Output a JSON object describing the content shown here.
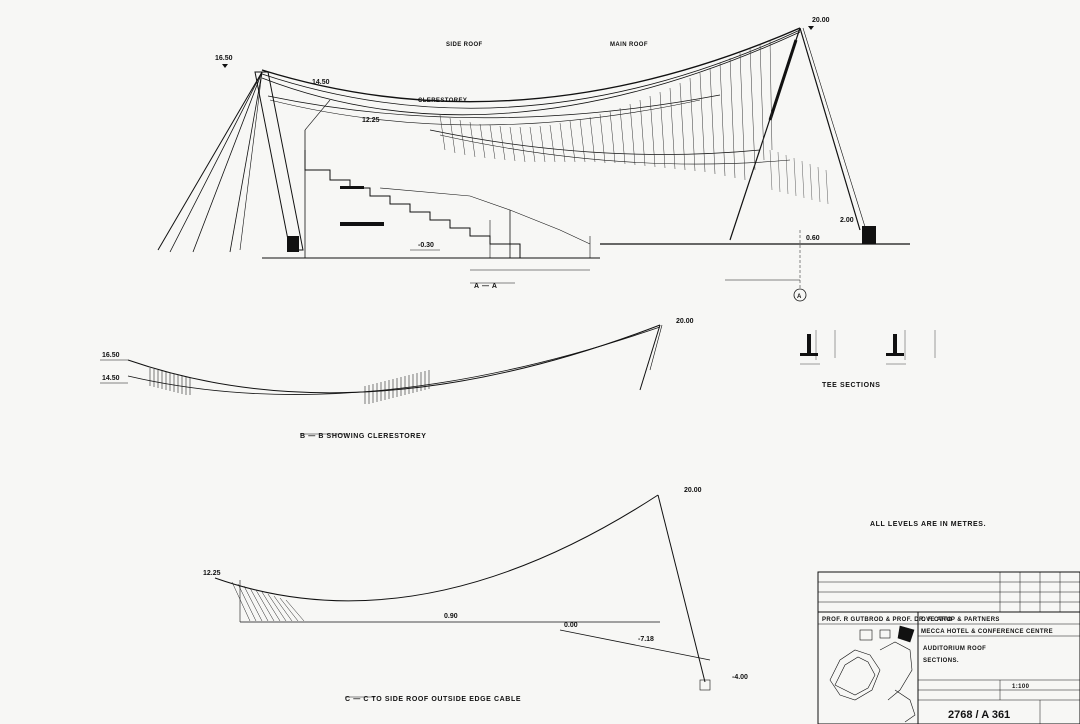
{
  "section_aa": {
    "title": "A — A",
    "labels": {
      "side_roof": "SIDE ROOF",
      "main_roof": "MAIN ROOF",
      "clerestorey": "CLERESTOREY"
    },
    "levels": {
      "top_right": "20.00",
      "left_top": "16.50",
      "left_mid": "14.50",
      "mid": "12.25",
      "low": "-0.30",
      "right_low": "0.60",
      "right_2": "2.00"
    },
    "grid_ref": "A"
  },
  "section_bb": {
    "title": "B — B   SHOWING  CLERESTOREY",
    "levels": {
      "top_right": "20.00",
      "left_top": "16.50",
      "left_low": "14.50"
    }
  },
  "section_cc": {
    "title": "C — C   TO SIDE ROOF OUTSIDE EDGE CABLE",
    "levels": {
      "top": "20.00",
      "left": "12.25",
      "mid": "0.90",
      "right1": "0.00",
      "right2": "-7.18",
      "bottom": "-4.00"
    }
  },
  "tee_sections": {
    "title": "TEE  SECTIONS"
  },
  "note": "ALL LEVELS ARE IN METRES.",
  "title_block": {
    "architects": "PROF. R GUTBROD & PROF. DR. F OTTO",
    "engineers": "OVE ARUP & PARTNERS",
    "project": "MECCA HOTEL & CONFERENCE CENTRE",
    "drawing_title_1": "AUDITORIUM  ROOF",
    "drawing_title_2": "SECTIONS.",
    "scale": "1:100",
    "drawing_number": "2768 / A 361"
  }
}
